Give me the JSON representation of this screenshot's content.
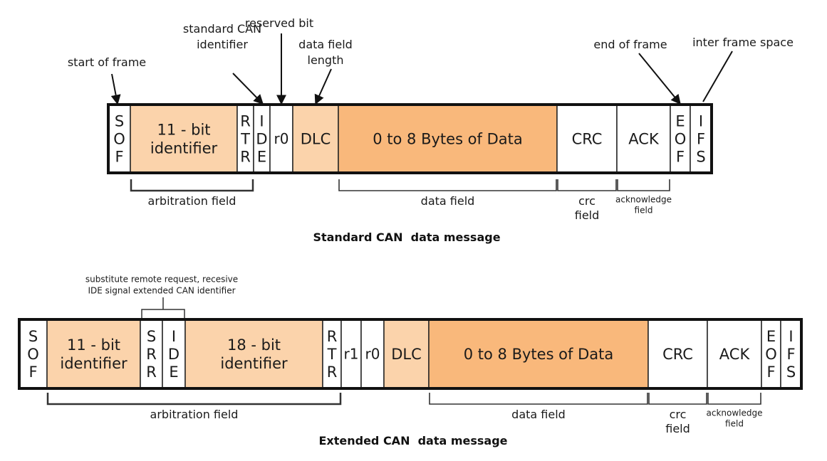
{
  "colors": {
    "white_cell": "#ffffff",
    "light_peach": "#fbd3ab",
    "orange": "#f9b87b",
    "border": "#111111",
    "bracket": "#444444"
  },
  "standard": {
    "caption": "Standard CAN  data message",
    "cells": [
      {
        "id": "sof",
        "label": "S\nO\nF",
        "fill": "white_cell"
      },
      {
        "id": "identifier-11",
        "label": "11 - bit\nidentifier",
        "fill": "light_peach"
      },
      {
        "id": "rtr",
        "label": "R\nT\nR",
        "fill": "white_cell"
      },
      {
        "id": "ide",
        "label": "I\nD\nE",
        "fill": "white_cell"
      },
      {
        "id": "r0",
        "label": "r0",
        "fill": "white_cell"
      },
      {
        "id": "dlc",
        "label": "DLC",
        "fill": "light_peach"
      },
      {
        "id": "data",
        "label": "0 to 8 Bytes of Data",
        "fill": "orange"
      },
      {
        "id": "crc",
        "label": "CRC",
        "fill": "white_cell"
      },
      {
        "id": "ack",
        "label": "ACK",
        "fill": "white_cell"
      },
      {
        "id": "eof",
        "label": "E\nO\nF",
        "fill": "white_cell"
      },
      {
        "id": "ifs",
        "label": "I\nF\nS",
        "fill": "white_cell"
      }
    ],
    "callouts": [
      {
        "id": "start-of-frame",
        "text": "start of frame",
        "target": "sof"
      },
      {
        "id": "standard-can-identifier",
        "text": "standard CAN\nidentifier",
        "target": "ide"
      },
      {
        "id": "reserved-bit",
        "text": "reserved bit",
        "target": "r0"
      },
      {
        "id": "data-field-length",
        "text": "data field\nlength",
        "target": "dlc"
      },
      {
        "id": "end-of-frame",
        "text": "end of frame",
        "target": "eof"
      },
      {
        "id": "inter-frame-space",
        "text": "inter frame space",
        "target": "ifs"
      }
    ],
    "brackets": [
      {
        "id": "arbitration-field",
        "text": "arbitration field",
        "from": "identifier-11",
        "to": "rtr"
      },
      {
        "id": "data-field",
        "text": "data field",
        "from": "data",
        "to": "data"
      },
      {
        "id": "crc-field",
        "text": "crc\nfield",
        "from": "crc",
        "to": "crc"
      },
      {
        "id": "acknowledge-field",
        "text": "acknowledge\nfield",
        "from": "ack",
        "to": "ack",
        "small": true
      }
    ]
  },
  "extended": {
    "caption": "Extended CAN  data message",
    "top_note": "substitute remote request, recesive\nIDE signal extended CAN identifier",
    "cells": [
      {
        "id": "sof",
        "label": "S\nO\nF",
        "fill": "white_cell"
      },
      {
        "id": "identifier-11",
        "label": "11 - bit\nidentifier",
        "fill": "light_peach"
      },
      {
        "id": "srr",
        "label": "S\nR\nR",
        "fill": "white_cell"
      },
      {
        "id": "ide",
        "label": "I\nD\nE",
        "fill": "white_cell"
      },
      {
        "id": "identifier-18",
        "label": "18 - bit\nidentifier",
        "fill": "light_peach"
      },
      {
        "id": "rtr",
        "label": "R\nT\nR",
        "fill": "white_cell"
      },
      {
        "id": "r1",
        "label": "r1",
        "fill": "white_cell"
      },
      {
        "id": "r0",
        "label": "r0",
        "fill": "white_cell"
      },
      {
        "id": "dlc",
        "label": "DLC",
        "fill": "light_peach"
      },
      {
        "id": "data",
        "label": "0 to 8 Bytes of Data",
        "fill": "orange"
      },
      {
        "id": "crc",
        "label": "CRC",
        "fill": "white_cell"
      },
      {
        "id": "ack",
        "label": "ACK",
        "fill": "white_cell"
      },
      {
        "id": "eof",
        "label": "E\nO\nF",
        "fill": "white_cell"
      },
      {
        "id": "ifs",
        "label": "I\nF\nS",
        "fill": "white_cell"
      }
    ],
    "brackets": [
      {
        "id": "arbitration-field",
        "text": "arbitration field",
        "from": "identifier-11",
        "to": "rtr"
      },
      {
        "id": "data-field",
        "text": "data field",
        "from": "data",
        "to": "data"
      },
      {
        "id": "crc-field",
        "text": "crc\nfield",
        "from": "crc",
        "to": "crc"
      },
      {
        "id": "acknowledge-field",
        "text": "acknowledge\nfield",
        "from": "ack",
        "to": "ack",
        "small": true
      }
    ]
  }
}
